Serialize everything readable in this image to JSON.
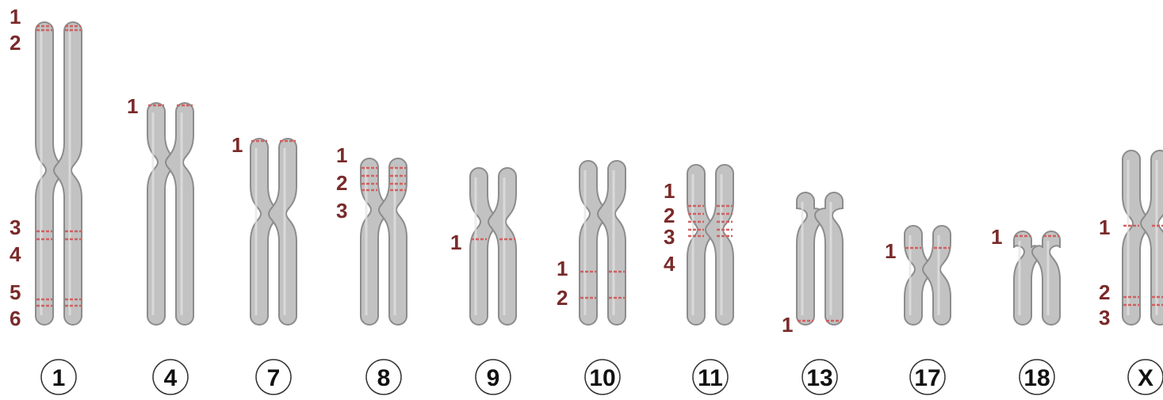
{
  "colors": {
    "chromatid_fill": "#c2c2c2",
    "chromatid_edge": "#8c8c8c",
    "band": "#d06060",
    "gene_label": "#7a2a2a",
    "circle_edge": "#333333"
  },
  "chromosomes": [
    {
      "name": "1",
      "gene_labels": [
        "1",
        "2",
        "3",
        "4",
        "5",
        "6"
      ]
    },
    {
      "name": "4",
      "gene_labels": [
        "1"
      ]
    },
    {
      "name": "7",
      "gene_labels": [
        "1"
      ]
    },
    {
      "name": "8",
      "gene_labels": [
        "1",
        "2",
        "3"
      ]
    },
    {
      "name": "9",
      "gene_labels": [
        "1"
      ]
    },
    {
      "name": "10",
      "gene_labels": [
        "1",
        "2"
      ]
    },
    {
      "name": "11",
      "gene_labels": [
        "1",
        "2",
        "3",
        "4"
      ]
    },
    {
      "name": "13",
      "gene_labels": [
        "1"
      ]
    },
    {
      "name": "17",
      "gene_labels": [
        "1"
      ]
    },
    {
      "name": "18",
      "gene_labels": [
        "1"
      ]
    },
    {
      "name": "X",
      "gene_labels": [
        "1",
        "2",
        "3"
      ]
    }
  ]
}
